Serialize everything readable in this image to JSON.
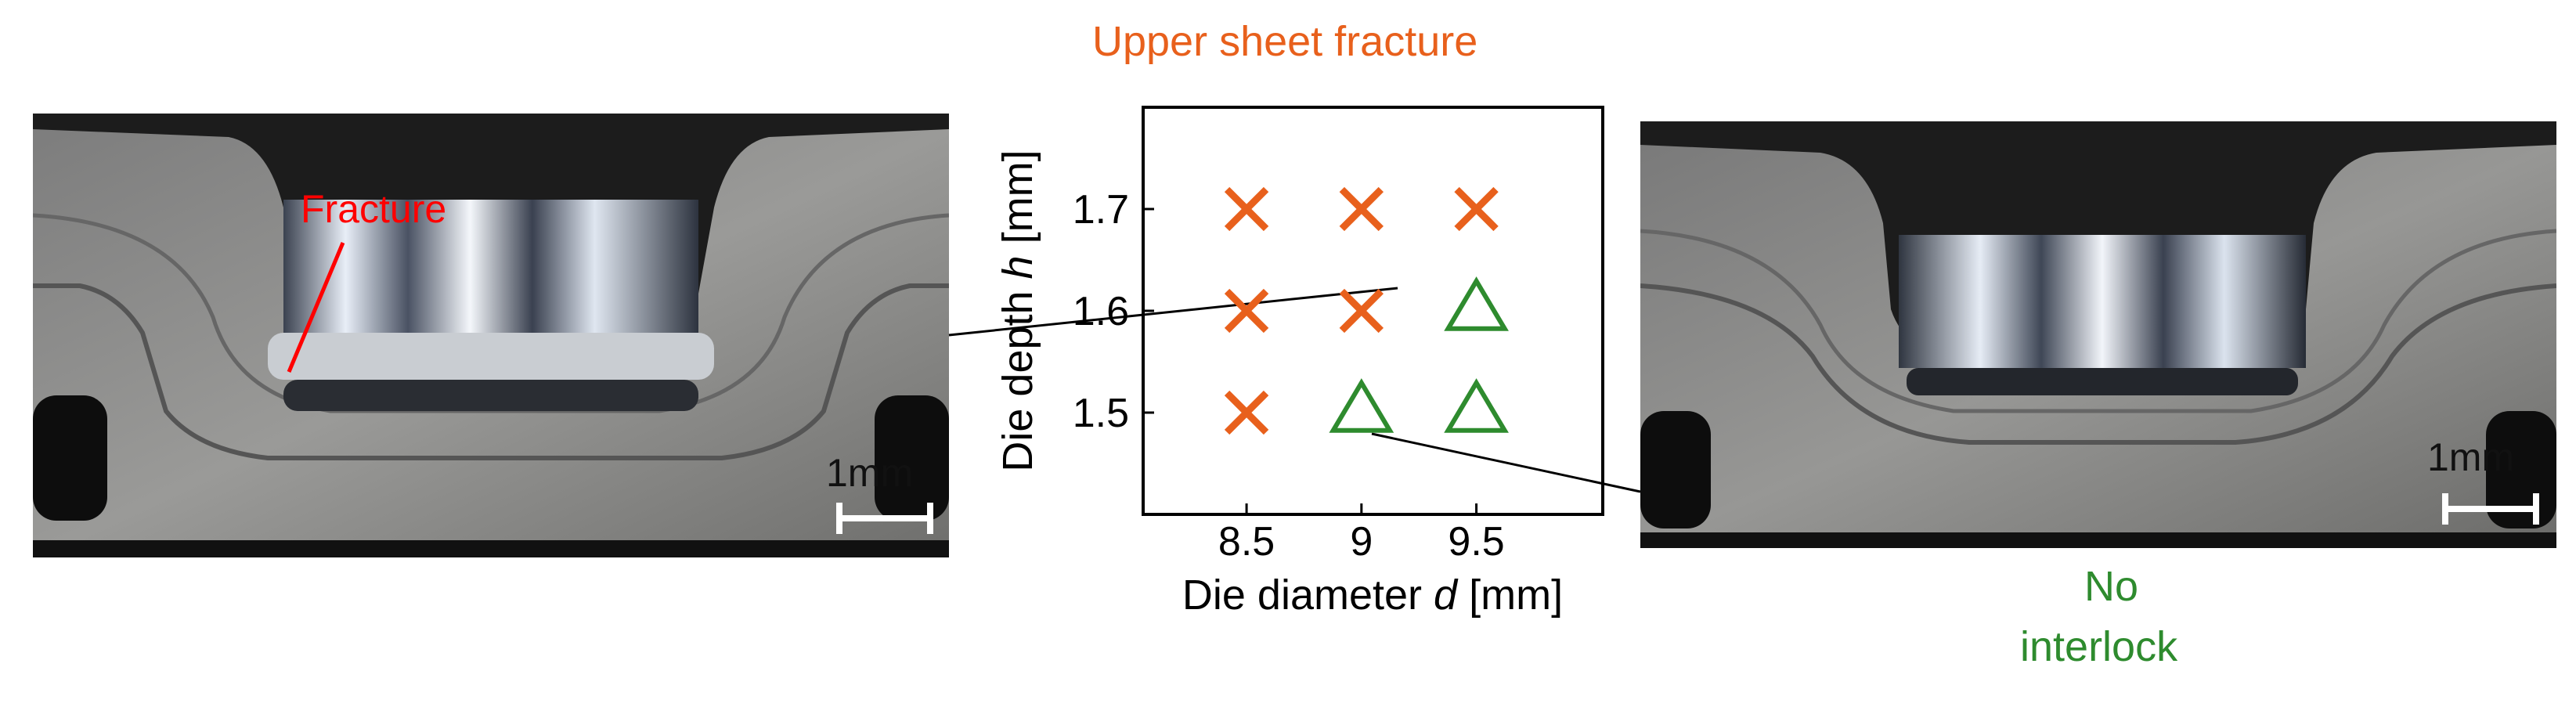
{
  "header": {
    "text": "Upper sheet fracture",
    "color": "#e8601c"
  },
  "footer": {
    "line1": "No",
    "line2": "interlock",
    "color": "#2e8b2e"
  },
  "left_photo": {
    "annotation": "Fracture",
    "annotation_color": "#ff0000",
    "scale_label": "1mm"
  },
  "right_photo": {
    "scale_label": "1mm"
  },
  "chart_data": {
    "type": "scatter",
    "xlabel_prefix": "Die diameter ",
    "xlabel_var": "d",
    "xlabel_suffix": " [mm]",
    "ylabel_prefix": "Die depth ",
    "ylabel_var": "h",
    "ylabel_suffix": " [mm]",
    "x_ticks": [
      "8.5",
      "9",
      "9.5"
    ],
    "y_ticks": [
      "1.5",
      "1.6",
      "1.7"
    ],
    "xlim": [
      8.05,
      10.05
    ],
    "ylim": [
      1.4,
      1.8
    ],
    "grid": false,
    "points": [
      {
        "x": 8.5,
        "y": 1.7,
        "marker": "cross",
        "color": "#e8601c"
      },
      {
        "x": 9.0,
        "y": 1.7,
        "marker": "cross",
        "color": "#e8601c"
      },
      {
        "x": 9.5,
        "y": 1.7,
        "marker": "cross",
        "color": "#e8601c"
      },
      {
        "x": 8.5,
        "y": 1.6,
        "marker": "cross",
        "color": "#e8601c"
      },
      {
        "x": 9.0,
        "y": 1.6,
        "marker": "cross",
        "color": "#e8601c"
      },
      {
        "x": 9.5,
        "y": 1.6,
        "marker": "triangle",
        "color": "#2e8b2e"
      },
      {
        "x": 8.5,
        "y": 1.5,
        "marker": "cross",
        "color": "#e8601c"
      },
      {
        "x": 9.0,
        "y": 1.5,
        "marker": "triangle",
        "color": "#2e8b2e"
      },
      {
        "x": 9.5,
        "y": 1.5,
        "marker": "triangle",
        "color": "#2e8b2e"
      }
    ]
  }
}
